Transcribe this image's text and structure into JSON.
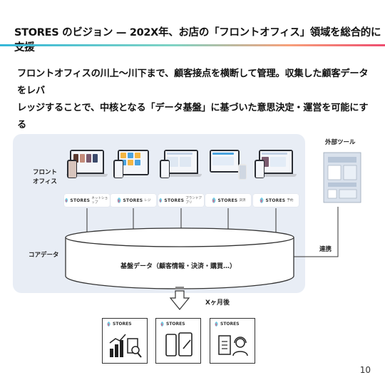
{
  "header": {
    "title": "STORES のビジョン — 202X年、お店の「フロントオフィス」領域を総合的に支援"
  },
  "lead": {
    "line1": "フロントオフィスの川上〜川下まで、顧客接点を横断して管理。収集した顧客データをレバ",
    "line2": "レッジすることで、中核となる「データ基盤」に基づいた意思決定・運営を可能にする"
  },
  "diagram": {
    "front_office_label_1": "フロント",
    "front_office_label_2": "オフィス",
    "core_data_label": "コアデータ",
    "apps": [
      {
        "brand": "STORES",
        "name": "ネットショップ"
      },
      {
        "brand": "STORES",
        "name": "レジ"
      },
      {
        "brand": "STORES",
        "name": "ブランドアプリ"
      },
      {
        "brand": "STORES",
        "name": "決済"
      },
      {
        "brand": "STORES",
        "name": "予約"
      }
    ],
    "base_text": "基盤データ（顧客情報・決済・購買…）",
    "external_tools_label": "外部ツール",
    "integration_label": "連携",
    "months_later_label": "Xヶ月後",
    "future_brands": [
      "STORES",
      "STORES",
      "STORES"
    ]
  },
  "colors": {
    "accent_blue": "#35b7d8",
    "accent_pink": "#ee4d6f",
    "panel_bg": "#e8edf5"
  },
  "page_number": "10"
}
